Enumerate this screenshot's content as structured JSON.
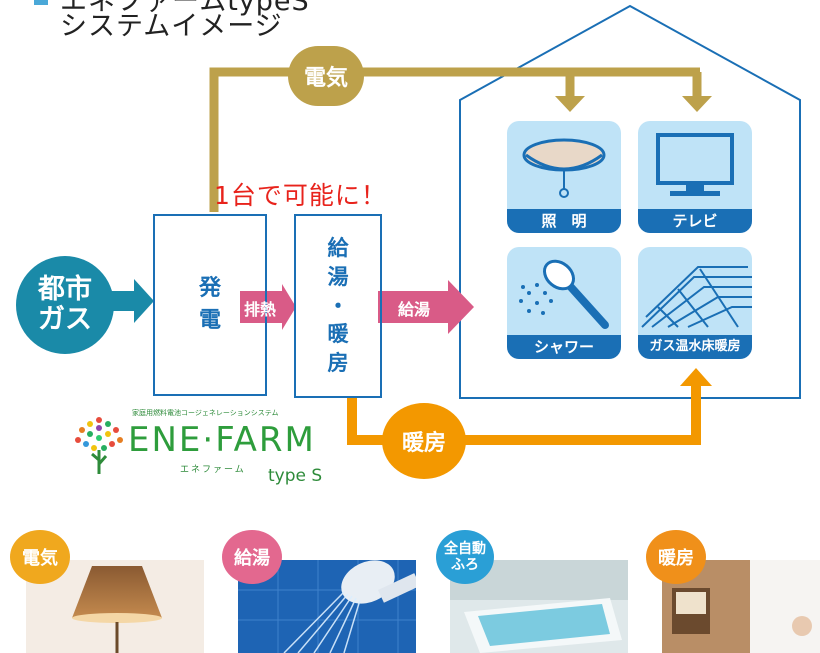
{
  "title": {
    "line1": "エネファームtypeS",
    "line2": "システムイメージ"
  },
  "gas": {
    "label_line1": "都市",
    "label_line2": "ガス"
  },
  "generator": {
    "chars": [
      "発",
      "電"
    ]
  },
  "exhaust_arrow": {
    "label": "排熱"
  },
  "hotwater_unit": {
    "chars": [
      "給",
      "湯",
      "・",
      "暖",
      "房"
    ]
  },
  "hotwater_arrow": {
    "label": "給湯"
  },
  "electricity_badge": {
    "label": "電気"
  },
  "heating_badge": {
    "label": "暖房"
  },
  "tagline": "1台で可能に！",
  "house": {
    "tiles": [
      {
        "label": "照　明",
        "icon": "ceiling-light-icon"
      },
      {
        "label": "テレビ",
        "icon": "tv-icon"
      },
      {
        "label": "シャワー",
        "icon": "shower-icon"
      },
      {
        "label": "ガス温水床暖房",
        "icon": "floor-heating-icon"
      }
    ]
  },
  "logo": {
    "small_text": "家庭用燃料電池コージェネレーションシステム",
    "name": "ENE·FARM",
    "kana": "エネファーム",
    "type": "type S"
  },
  "photos": [
    {
      "badge": "電気",
      "badge_color": "#f0a81e",
      "icon": "lamp-photo"
    },
    {
      "badge": "給湯",
      "badge_color": "#e3688f",
      "icon": "shower-photo"
    },
    {
      "badge_line1": "全自動",
      "badge_line2": "ふろ",
      "badge_color": "#2a9fd6",
      "icon": "bathtub-photo"
    },
    {
      "badge": "暖房",
      "badge_color": "#f0901a",
      "icon": "room-photo"
    }
  ],
  "colors": {
    "gold": "#bda14b",
    "blue": "#1a6fb5",
    "teal": "#1a8aa8",
    "pink": "#d95b87",
    "orange": "#f39800",
    "red": "#e8231c"
  }
}
